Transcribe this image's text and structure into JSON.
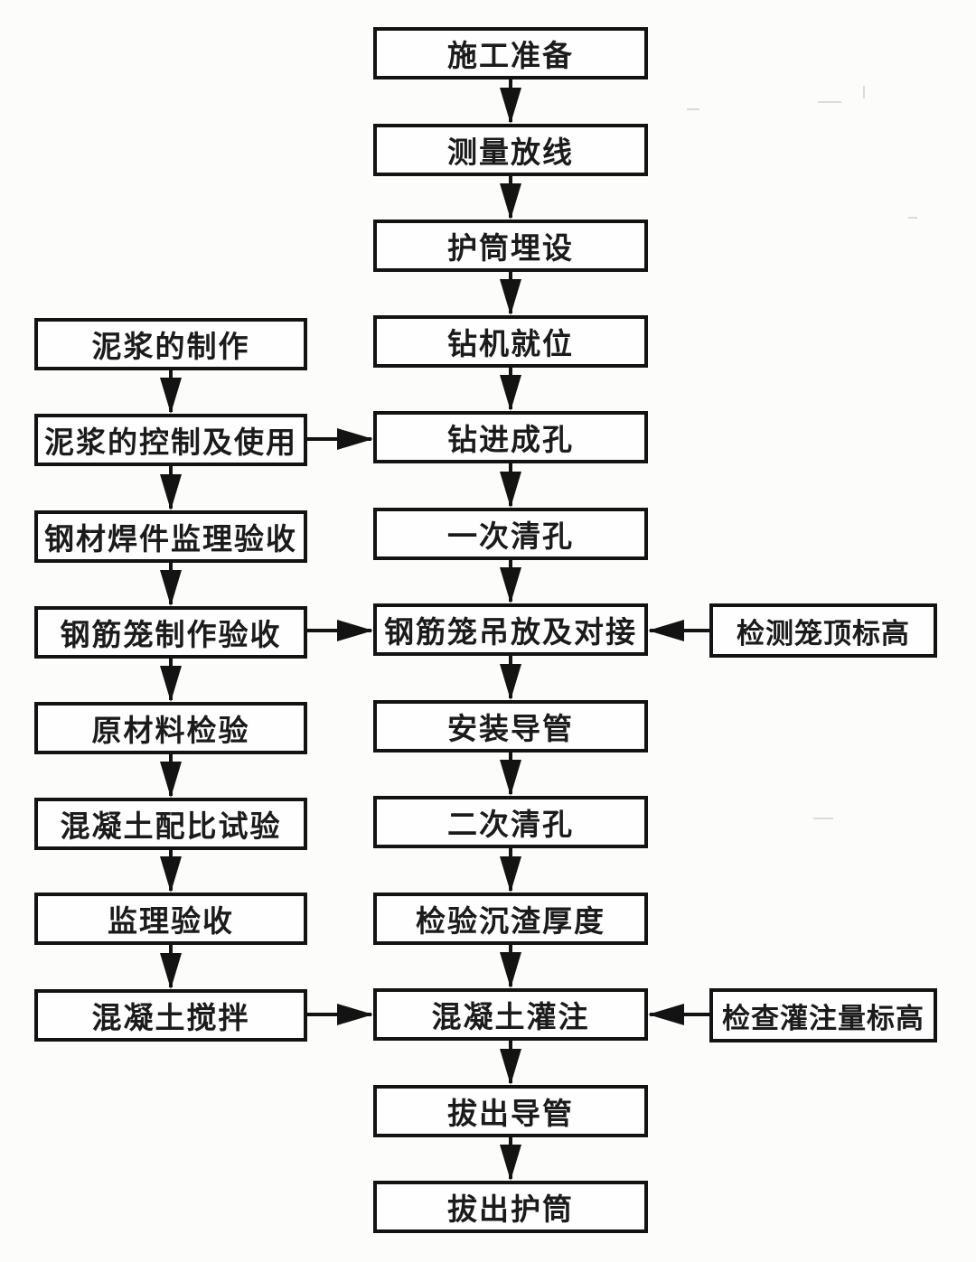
{
  "flowchart": {
    "type": "process-flow-diagram",
    "language": "zh-CN",
    "main_flow": [
      "施工准备",
      "测量放线",
      "护筒埋设",
      "钻机就位",
      "钻进成孔",
      "一次清孔",
      "钢筋笼吊放及对接",
      "安装导管",
      "二次清孔",
      "检验沉渣厚度",
      "混凝土灌注",
      "拔出导管",
      "拔出护筒"
    ],
    "left_flow": [
      "泥浆的制作",
      "泥浆的控制及使用",
      "钢材焊件监理验收",
      "钢筋笼制作验收",
      "原材料检验",
      "混凝土配比试验",
      "监理验收",
      "混凝土搅拌"
    ],
    "right_boxes": [
      "检测笼顶标高",
      "检查灌注量标高"
    ],
    "edges": [
      {
        "from": "施工准备",
        "to": "测量放线"
      },
      {
        "from": "测量放线",
        "to": "护筒埋设"
      },
      {
        "from": "护筒埋设",
        "to": "钻机就位"
      },
      {
        "from": "钻机就位",
        "to": "钻进成孔"
      },
      {
        "from": "钻进成孔",
        "to": "一次清孔"
      },
      {
        "from": "一次清孔",
        "to": "钢筋笼吊放及对接"
      },
      {
        "from": "钢筋笼吊放及对接",
        "to": "安装导管"
      },
      {
        "from": "安装导管",
        "to": "二次清孔"
      },
      {
        "from": "二次清孔",
        "to": "检验沉渣厚度"
      },
      {
        "from": "检验沉渣厚度",
        "to": "混凝土灌注"
      },
      {
        "from": "混凝土灌注",
        "to": "拔出导管"
      },
      {
        "from": "拔出导管",
        "to": "拔出护筒"
      },
      {
        "from": "泥浆的制作",
        "to": "泥浆的控制及使用"
      },
      {
        "from": "泥浆的控制及使用",
        "to": "钢材焊件监理验收"
      },
      {
        "from": "钢材焊件监理验收",
        "to": "钢筋笼制作验收"
      },
      {
        "from": "钢筋笼制作验收",
        "to": "原材料检验"
      },
      {
        "from": "原材料检验",
        "to": "混凝土配比试验"
      },
      {
        "from": "混凝土配比试验",
        "to": "监理验收"
      },
      {
        "from": "监理验收",
        "to": "混凝土搅拌"
      },
      {
        "from": "泥浆的控制及使用",
        "to": "钻进成孔"
      },
      {
        "from": "钢筋笼制作验收",
        "to": "钢筋笼吊放及对接"
      },
      {
        "from": "混凝土搅拌",
        "to": "混凝土灌注"
      },
      {
        "from": "检测笼顶标高",
        "to": "钢筋笼吊放及对接"
      },
      {
        "from": "检查灌注量标高",
        "to": "混凝土灌注"
      }
    ],
    "colors": {
      "box_border": "#131313",
      "box_fill": "#fefefe",
      "text": "#1b1b1b",
      "background": "#fcfcfb"
    }
  }
}
